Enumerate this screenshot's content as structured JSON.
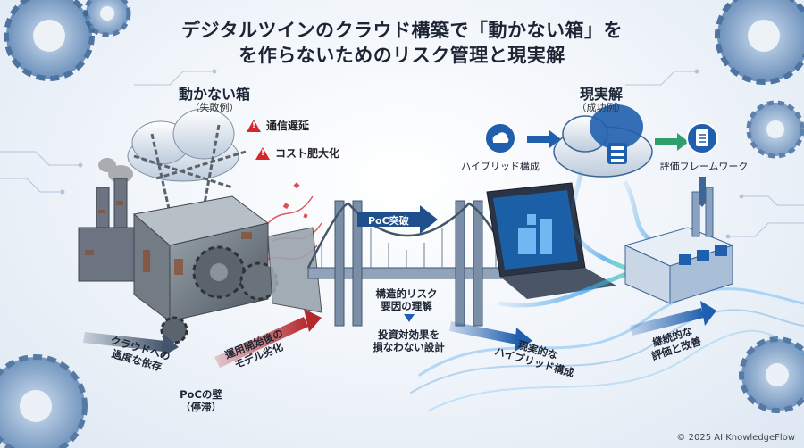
{
  "title": {
    "line1": "デジタルツインのクラウド構築で「動かない箱」を",
    "line2": "を作らないためのリスク管理と現実解"
  },
  "left": {
    "heading": "動かない箱",
    "subheading": "（失敗例）",
    "warning1": "通信遅延",
    "warning2": "コスト肥大化",
    "arrow1_label": "クラウドへの\n過度な依存",
    "arrow2_label": "運用開始後の\nモデル劣化",
    "wall_label": "PoCの壁\n（停滞）"
  },
  "center": {
    "bridge_sign": "PoC突破",
    "step1": "構造的リスク\n要因の理解",
    "step2": "投資対効果を\n損なわない設計"
  },
  "right": {
    "heading": "現実解",
    "subheading": "（成功例）",
    "hybrid_label": "ハイブリッド構成",
    "framework_label": "評価フレームワーク",
    "arrow1_label": "現実的な\nハイブリッド構成",
    "arrow2_label": "継続的な\n評価と改善"
  },
  "footer": {
    "copyright": "© 2025 AI KnowledgeFlow"
  },
  "colors": {
    "accent_blue": "#1f5fae",
    "warning_red": "#d7262b",
    "rust": "#8a4a2a"
  }
}
